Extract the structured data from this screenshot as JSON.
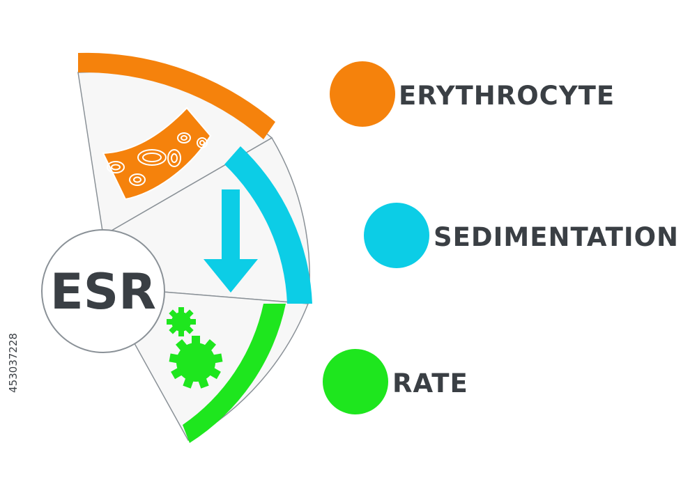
{
  "center": {
    "label": "ESR"
  },
  "terms": [
    {
      "word": "ERYTHROCYTE",
      "color": "#f5820c"
    },
    {
      "word": "SEDIMENTATION",
      "color": "#0ccde6"
    },
    {
      "word": "RATE",
      "color": "#1ee61e"
    }
  ],
  "colors": {
    "orange": "#f5820c",
    "cyan": "#0ccde6",
    "green": "#1ee61e",
    "text": "#3a3f44",
    "panel": "#f7f7f7",
    "outline": "#8a9197"
  },
  "icons": [
    "blood-vessel-icon",
    "down-arrow-icon",
    "gears-icon"
  ],
  "stock_id": "453037228"
}
